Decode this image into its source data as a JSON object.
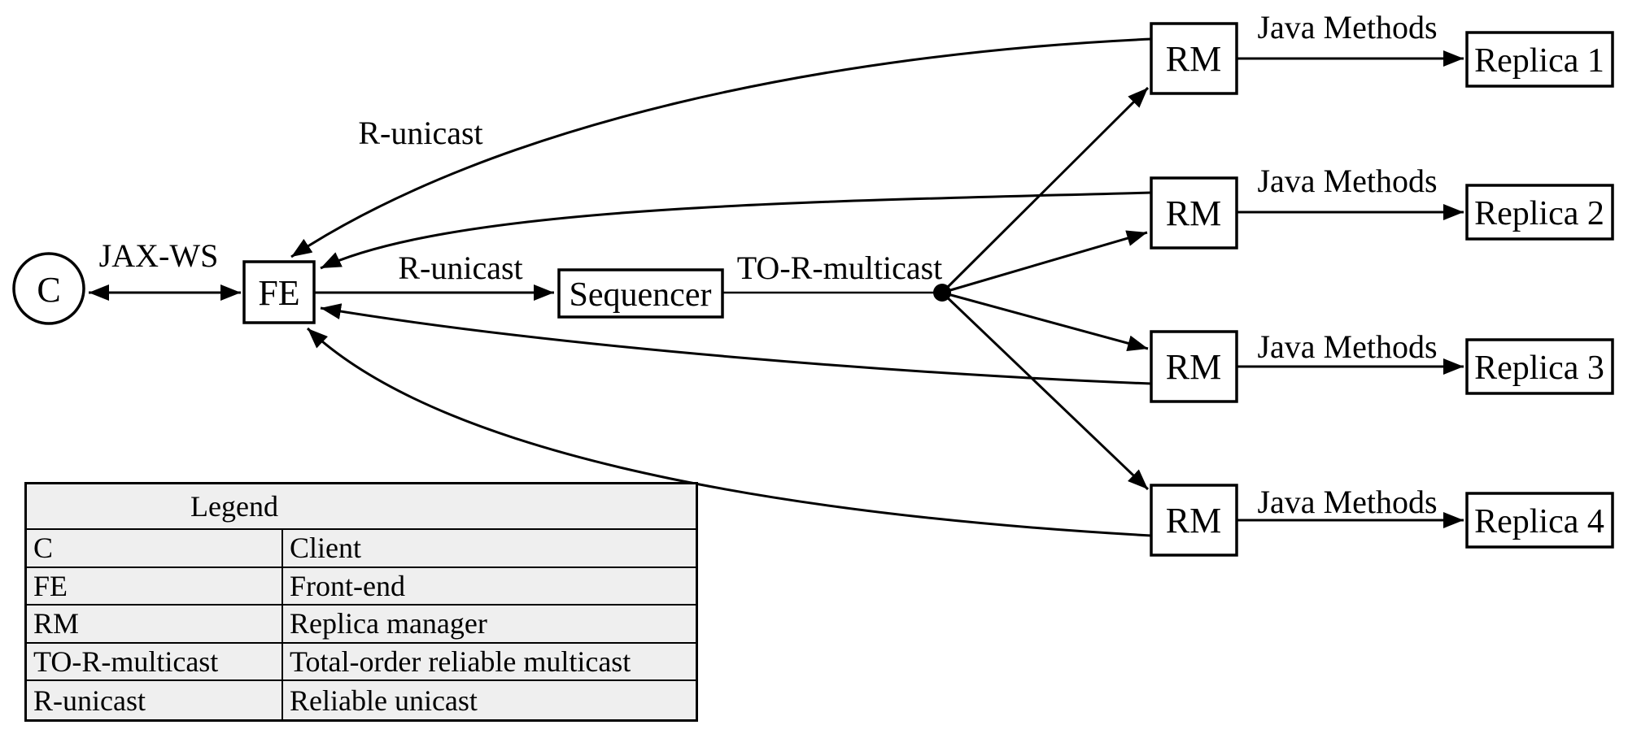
{
  "diagram": {
    "nodes": {
      "client": {
        "label": "C"
      },
      "front_end": {
        "label": "FE"
      },
      "sequencer": {
        "label": "Sequencer"
      },
      "rm_label": "RM",
      "replicas": [
        "Replica 1",
        "Replica 2",
        "Replica 3",
        "Replica 4"
      ]
    },
    "edge_labels": {
      "jax_ws": "JAX-WS",
      "r_unicast_top": "R-unicast",
      "r_unicast_mid": "R-unicast",
      "to_r_multicast": "TO-R-multicast",
      "java_methods": "Java Methods"
    }
  },
  "legend": {
    "title": "Legend",
    "rows": [
      {
        "term": "C",
        "definition": "Client"
      },
      {
        "term": "FE",
        "definition": "Front-end"
      },
      {
        "term": "RM",
        "definition": "Replica manager"
      },
      {
        "term": "TO-R-multicast",
        "definition": "Total-order reliable multicast"
      },
      {
        "term": "R-unicast",
        "definition": "Reliable unicast"
      }
    ]
  },
  "colors": {
    "stroke": "#000000",
    "background": "#ffffff",
    "legend_fill": "#efefef"
  }
}
